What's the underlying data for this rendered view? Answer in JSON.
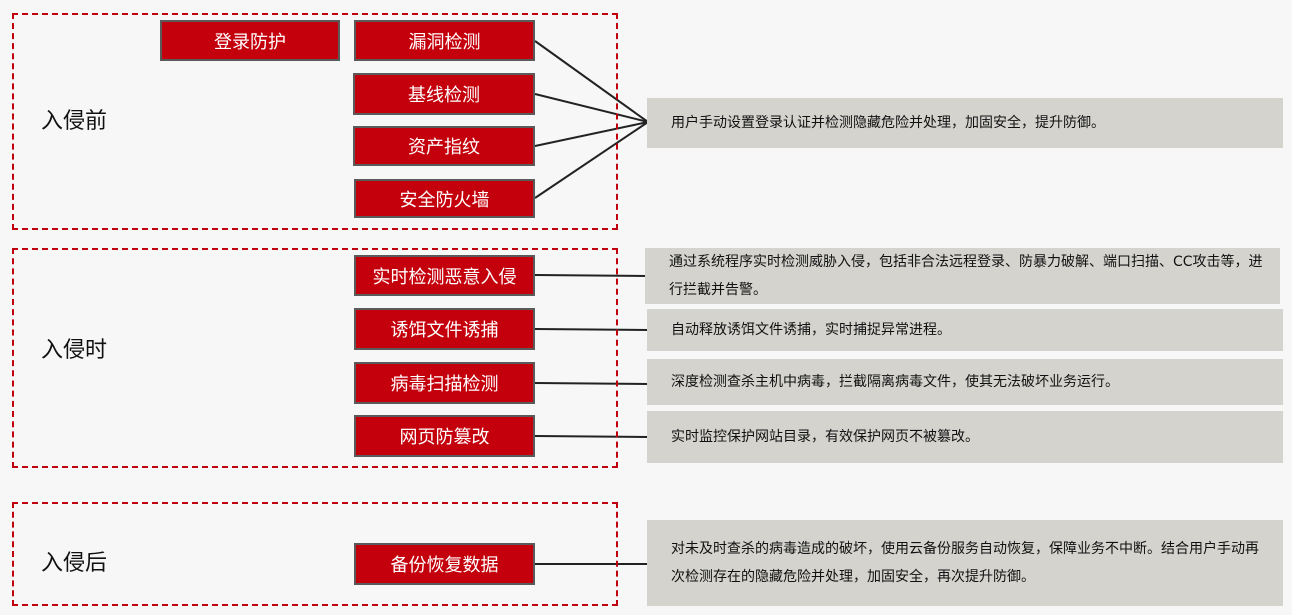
{
  "phases": {
    "before": {
      "label": "入侵前",
      "tags": [
        "登录防护",
        "漏洞检测",
        "基线检测",
        "资产指纹",
        "安全防火墙"
      ],
      "description": "用户手动设置登录认证并检测隐藏危险并处理，加固安全，提升防御。"
    },
    "during": {
      "label": "入侵时",
      "tags": [
        "实时检测恶意入侵",
        "诱饵文件诱捕",
        "病毒扫描检测",
        "网页防篡改"
      ],
      "descriptions": [
        "通过系统程序实时检测威胁入侵，包括非合法远程登录、防暴力破解、端口扫描、CC攻击等，进行拦截并告警。",
        "自动释放诱饵文件诱捕，实时捕捉异常进程。",
        "深度检测查杀主机中病毒，拦截隔离病毒文件，使其无法破坏业务运行。",
        "实时监控保护网站目录，有效保护网页不被篡改。"
      ]
    },
    "after": {
      "label": "入侵后",
      "tags": [
        "备份恢复数据"
      ],
      "description": "对未及时查杀的病毒造成的破坏，使用云备份服务自动恢复，保障业务不中断。结合用户手动再次检测存在的隐藏危险并处理，加固安全，再次提升防御。"
    }
  },
  "colors": {
    "tag_fill": "#c4000c",
    "dashed_border": "#c0000c",
    "description_fill": "#d4d3ce",
    "connector": "#222222"
  }
}
